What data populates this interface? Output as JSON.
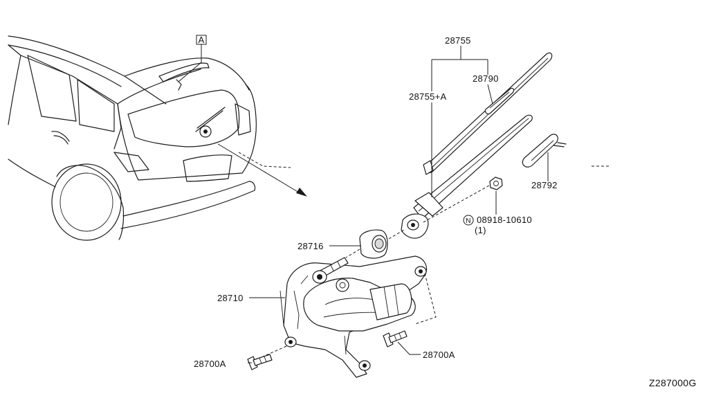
{
  "diagram_id": "Z287000G",
  "view_marker": "A",
  "parts": {
    "blade_assembly": "28755",
    "blade_assembly_set": "28755+A",
    "blade_refill": "28790",
    "arm_cap": "28792",
    "nut_code": "N",
    "nut": "08918-10610",
    "nut_qty": "(1)",
    "pivot_cap": "28716",
    "wiper_motor": "28710",
    "bolt_left": "28700A",
    "bolt_right": "28700A"
  }
}
